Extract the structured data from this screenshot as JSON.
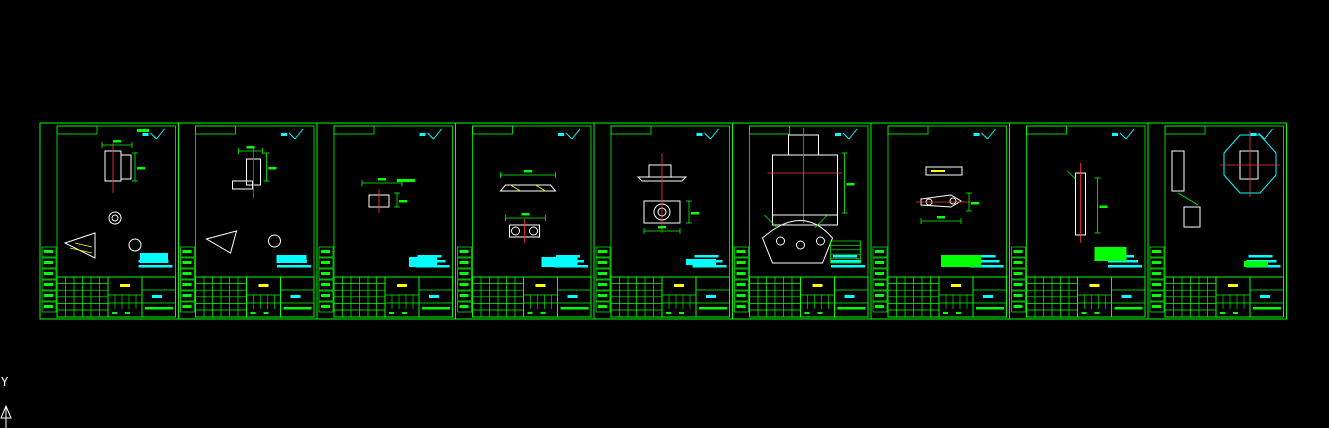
{
  "drawing": {
    "background": "#000000",
    "colors": {
      "frame": "#00ff00",
      "annotation": "#00ffff",
      "geometry": "#ffffff",
      "highlight": "#ffff00",
      "center": "#ff3333",
      "hatch": "#ffff00"
    },
    "sheet_count": 9,
    "sheets": [
      {
        "id": 1,
        "kind": "part-detail"
      },
      {
        "id": 2,
        "kind": "part-detail"
      },
      {
        "id": 3,
        "kind": "part-detail"
      },
      {
        "id": 4,
        "kind": "part-detail"
      },
      {
        "id": 5,
        "kind": "part-detail"
      },
      {
        "id": 6,
        "kind": "assembly"
      },
      {
        "id": 7,
        "kind": "part-detail"
      },
      {
        "id": 8,
        "kind": "part-detail"
      },
      {
        "id": 9,
        "kind": "part-detail"
      }
    ]
  },
  "ucs": {
    "axis_y_label": "Y",
    "icon": "ucs-axis-icon"
  }
}
